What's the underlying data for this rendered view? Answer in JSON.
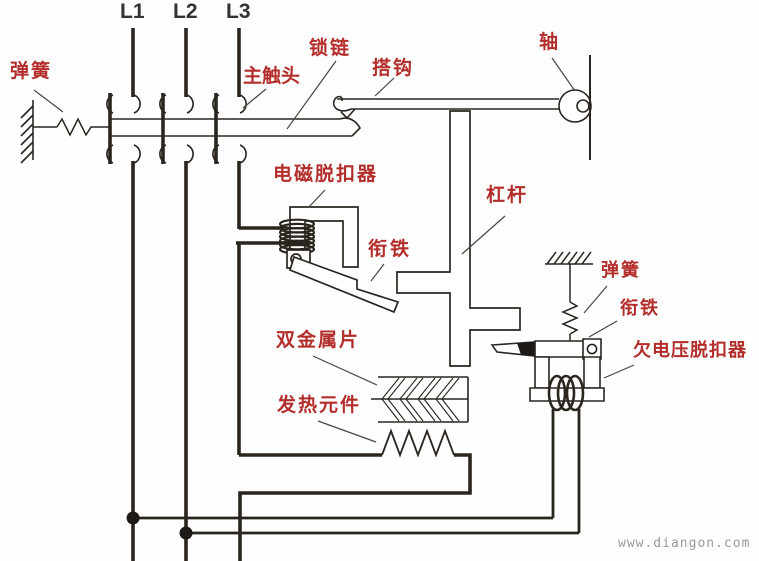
{
  "terminals": [
    "L1",
    "L2",
    "L3"
  ],
  "labels": {
    "spring_left": "弹簧",
    "main_contact": "主触头",
    "latch_chain": "锁链",
    "hook": "搭钩",
    "shaft": "轴",
    "lever": "杠杆",
    "em_trip": "电磁脱扣器",
    "armature_left": "衔铁",
    "bimetal_strip": "双金属片",
    "heating_element": "发热元件",
    "spring_right": "弹簧",
    "armature_right": "衔铁",
    "uv_trip": "欠电压脱扣器"
  },
  "watermark": "www.diangon.com",
  "colors": {
    "label_red": "#b32d2b",
    "line_dark": "#2a251f",
    "terminal_text": "#333333",
    "watermark_gray": "#9a9a9a"
  }
}
